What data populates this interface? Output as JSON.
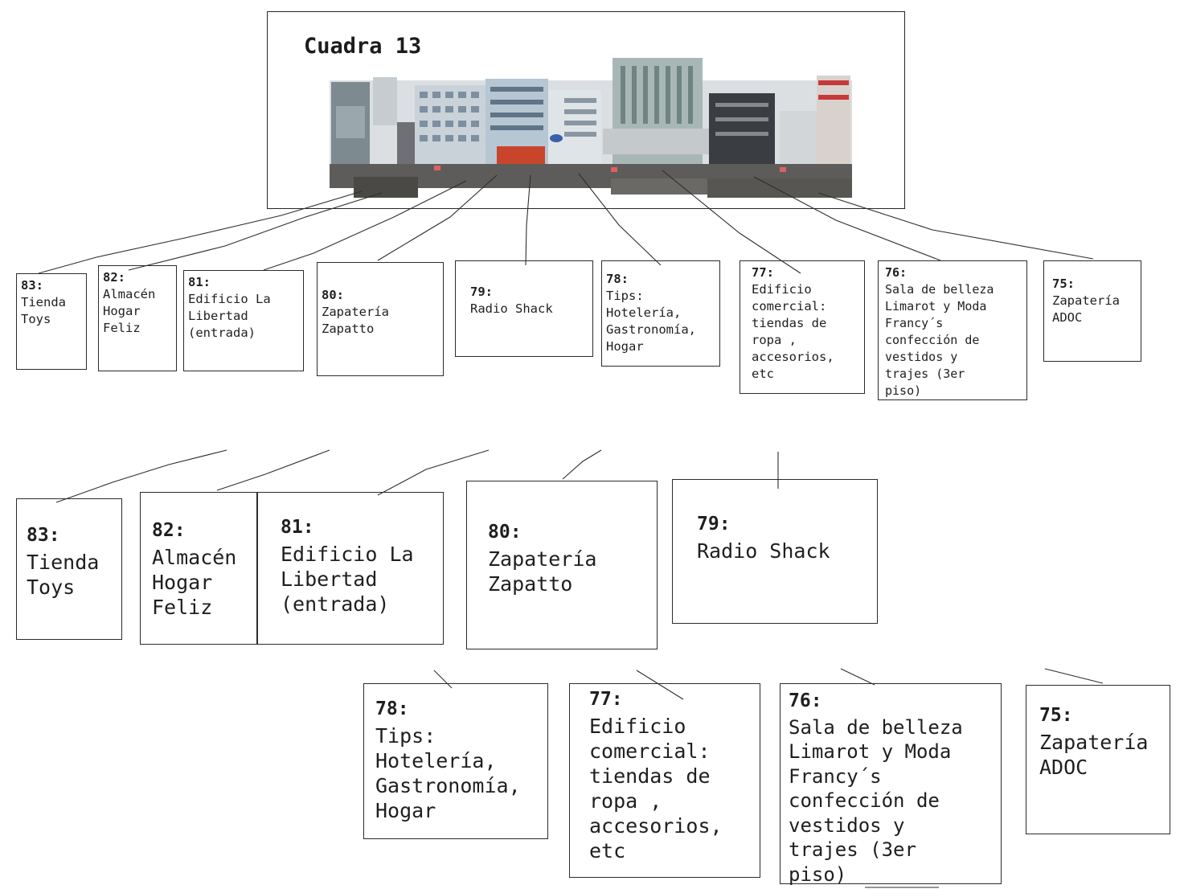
{
  "title": "Cuadra 13",
  "photo": {
    "buildings": [
      {
        "color": "#7d8a8f"
      },
      {
        "color": "#c9d2d8"
      },
      {
        "color": "#b7c6d3"
      },
      {
        "color": "#dfe4e8"
      },
      {
        "color": "#a8b7b5"
      },
      {
        "color": "#3a3d42"
      },
      {
        "color": "#d9d1cc"
      }
    ]
  },
  "stores": [
    {
      "num": "83:",
      "text": "Tienda\nToys"
    },
    {
      "num": "82:",
      "text": "Almacén\nHogar\nFeliz"
    },
    {
      "num": "81:",
      "text": "Edificio La\nLibertad\n(entrada)"
    },
    {
      "num": "80:",
      "text": "Zapatería\nZapatto"
    },
    {
      "num": "79:",
      "text": "Radio Shack"
    },
    {
      "num": "78:",
      "text": "Tips:\nHotelería,\nGastronomía,\nHogar"
    },
    {
      "num": "77:",
      "text": "Edificio\ncomercial:\ntiendas de\nropa ,\naccesorios,\netc"
    },
    {
      "num": "76:",
      "text": "Sala de belleza\nLimarot y Moda\nFrancy´s\nconfección de\nvestidos y\ntrajes (3er\npiso)"
    },
    {
      "num": "75:",
      "text": "Zapatería\nADOC"
    }
  ]
}
